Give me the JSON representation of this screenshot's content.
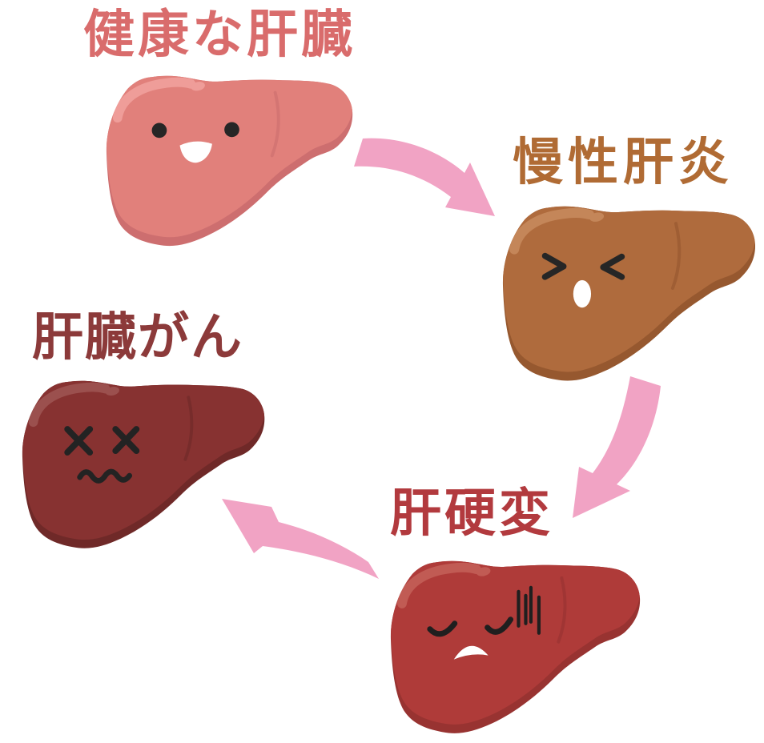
{
  "diagram": {
    "title_note": "liver disease progression cycle",
    "stages": [
      {
        "name": "healthy-liver",
        "label": "健康な肝臓",
        "label_color": "#D96C6C",
        "expression": "smiling face with round eyes",
        "colors": {
          "body": "#E1807B",
          "shadow": "#CD6E6F",
          "highlight": "#EF9D99",
          "feature": "#262626",
          "mouth": "#FFFFFF"
        }
      },
      {
        "name": "chronic-hepatitis",
        "label": "慢性肝炎",
        "label_color": "#B06B34",
        "expression": "wincing >_< face with open oval mouth",
        "colors": {
          "body": "#AF6B3D",
          "shadow": "#96582F",
          "highlight": "#C48659",
          "feature": "#262626",
          "mouth": "#FFFFFF"
        }
      },
      {
        "name": "cirrhosis",
        "label": "肝硬変",
        "label_color": "#B23A3E",
        "expression": "exhausted closed eyes, sad mouth, vertical strain marks",
        "colors": {
          "body": "#AF3B39",
          "shadow": "#983331",
          "highlight": "#C15B54",
          "feature": "#1F1F1F",
          "mouth": "#FFFFFF"
        }
      },
      {
        "name": "liver-cancer",
        "label": "肝臓がん",
        "label_color": "#8C3A3A",
        "expression": "x x dead eyes with wavy mouth",
        "colors": {
          "body": "#873231",
          "shadow": "#6F2928",
          "highlight": "#9B504E",
          "feature": "#232323",
          "mouth": "#FFFFFF"
        }
      }
    ],
    "arrows": {
      "color": "#F1A3C4",
      "items": [
        {
          "from": "健康な肝臓",
          "to": "慢性肝炎"
        },
        {
          "from": "慢性肝炎",
          "to": "肝硬変"
        },
        {
          "from": "肝硬変",
          "to": "肝臓がん"
        }
      ]
    }
  }
}
